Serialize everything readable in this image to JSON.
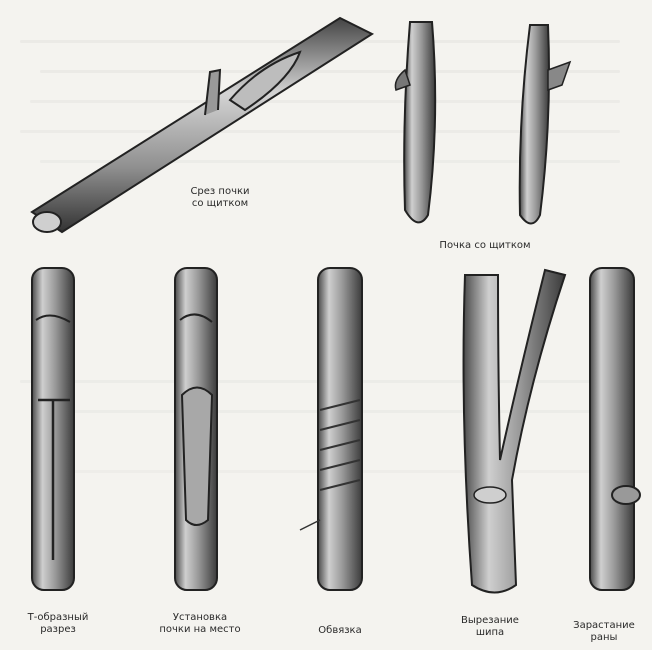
{
  "illustration": {
    "caption_top_left": [
      "Срез почки",
      "со щитком"
    ],
    "caption_top_right": "Почка со щитком",
    "captions_bottom": [
      [
        "Т-образный",
        "разрез"
      ],
      [
        "Установка",
        "почки на место"
      ],
      [
        "Обвязка"
      ],
      [
        "Вырезание",
        "шипа"
      ],
      [
        "Зарастание",
        "раны"
      ]
    ]
  }
}
